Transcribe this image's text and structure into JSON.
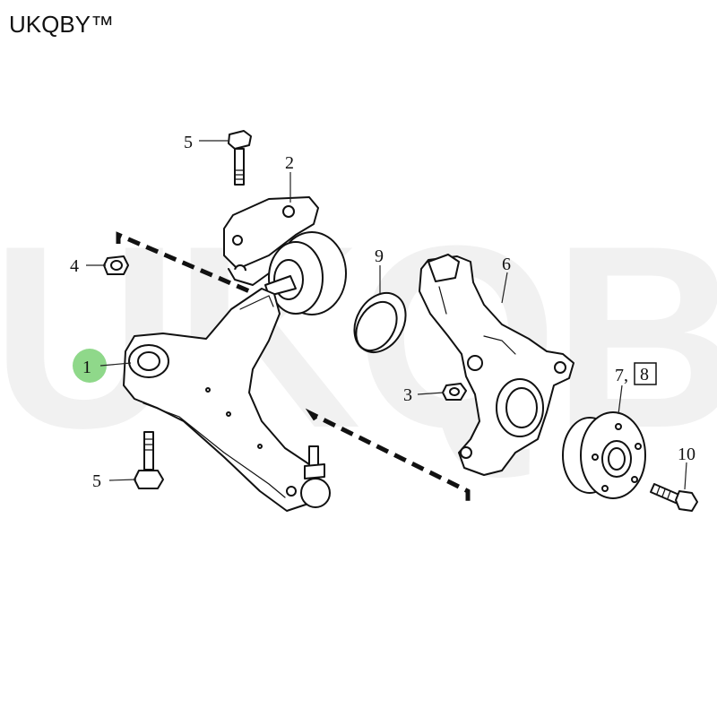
{
  "brand": "UKQBY™",
  "watermark": "UKQBY™",
  "highlight_color": "#8fd88a",
  "callouts": [
    {
      "id": "1",
      "text": "1"
    },
    {
      "id": "2",
      "text": "2"
    },
    {
      "id": "3",
      "text": "3"
    },
    {
      "id": "4",
      "text": "4"
    },
    {
      "id": "5a",
      "text": "5"
    },
    {
      "id": "5b",
      "text": "5"
    },
    {
      "id": "6",
      "text": "6"
    },
    {
      "id": "7",
      "text": "7,"
    },
    {
      "id": "8",
      "text": "8"
    },
    {
      "id": "9",
      "text": "9"
    },
    {
      "id": "10",
      "text": "10"
    }
  ]
}
